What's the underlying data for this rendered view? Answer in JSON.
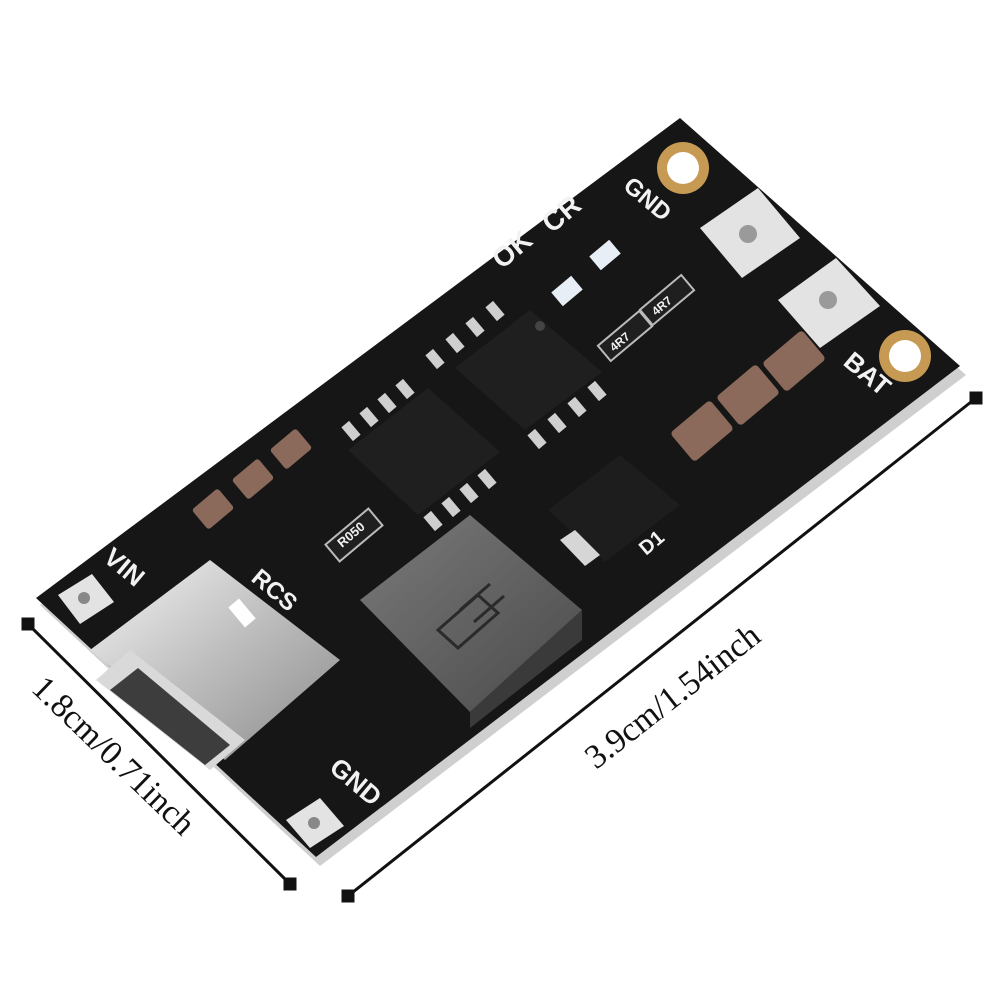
{
  "product": {
    "labels": {
      "vin": "VIN",
      "gnd_left": "GND",
      "gnd_top": "GND",
      "bat": "BAT",
      "ok": "OK",
      "cr": "CR",
      "rcs": "RCS",
      "d1": "D1",
      "r050": "R050",
      "r1": "4R7",
      "r2": "4R7"
    },
    "dimensions": {
      "width": "1.8cm/0.71inch",
      "length": "3.9cm/1.54inch"
    }
  },
  "colors": {
    "board": "#161616",
    "silkscreen": "#f2f2f2",
    "copper": "#c69a52",
    "background": "#ffffff"
  }
}
